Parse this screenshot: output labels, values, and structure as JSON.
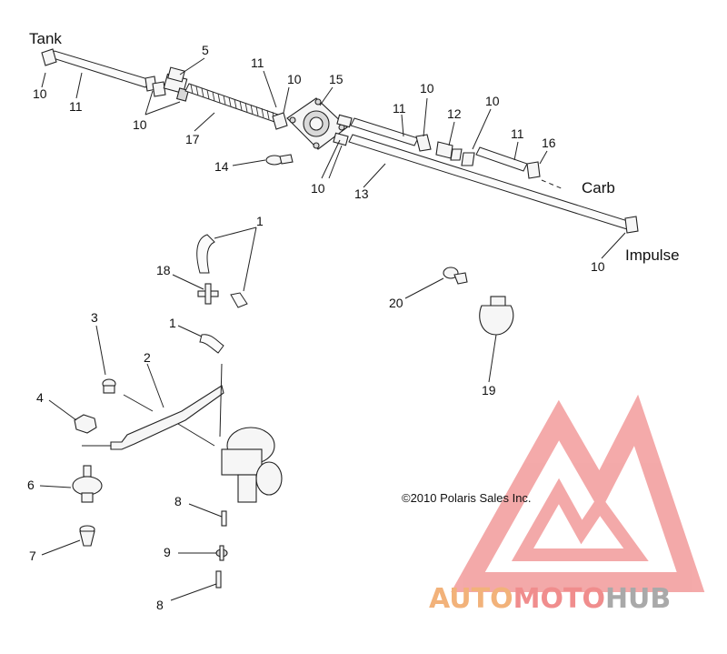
{
  "labels": {
    "tank": "Tank",
    "carb": "Carb",
    "impulse": "Impulse"
  },
  "callouts": {
    "c10a": "10",
    "c11a": "11",
    "c5": "5",
    "c10b": "10",
    "c17": "17",
    "c11b": "11",
    "c10c": "10",
    "c15": "15",
    "c14": "14",
    "c10d": "10",
    "c11c": "11",
    "c10e": "10",
    "c12": "12",
    "c10f": "10",
    "c11d": "11",
    "c16": "16",
    "c13": "13",
    "c10g": "10",
    "c1a": "1",
    "c18": "18",
    "c1b": "1",
    "c3": "3",
    "c2": "2",
    "c4": "4",
    "c20": "20",
    "c19": "19",
    "c6": "6",
    "c7": "7",
    "c8a": "8",
    "c9": "9",
    "c8b": "8"
  },
  "copyright": "©2010 Polaris Sales Inc.",
  "watermark": {
    "word_auto": "AUTO",
    "word_moto": "MOTO",
    "word_hub": "HUB",
    "color_red": "#f08d8d",
    "color_orange": "#f2b27a",
    "color_gray": "#a9a9a9"
  }
}
